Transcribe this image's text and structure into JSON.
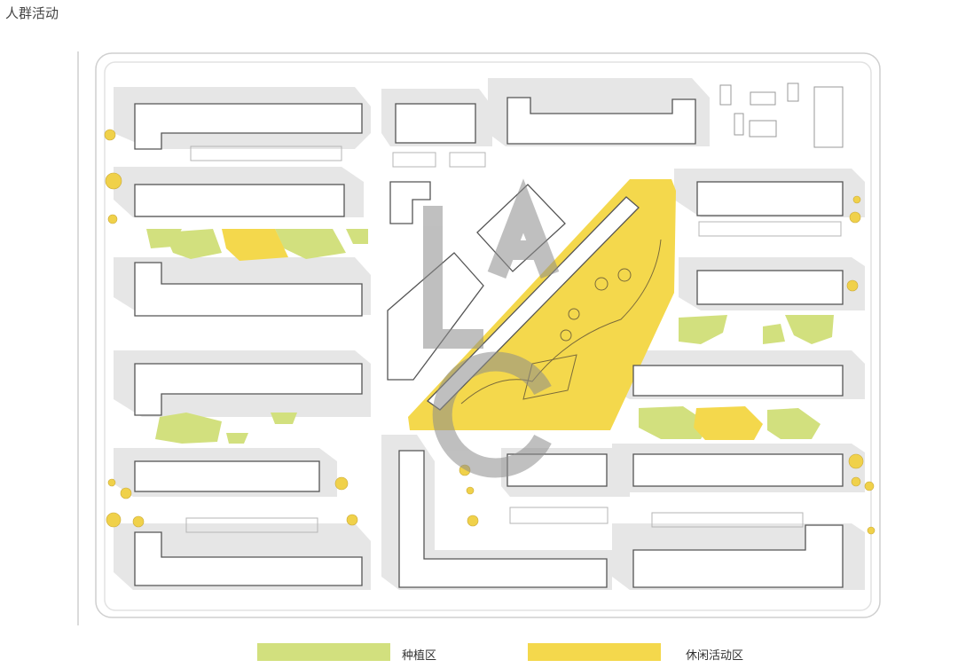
{
  "page": {
    "title": "人群活动"
  },
  "legend": {
    "items": [
      {
        "label": "种植区",
        "color": "#d2e07e"
      },
      {
        "label": "休闲活动区",
        "color": "#f4d84c"
      }
    ]
  },
  "map": {
    "colors": {
      "planting": "#d2e07e",
      "activity": "#f4d84c",
      "shadow": "#e3e3e3",
      "building_stroke": "#555555",
      "road": "#cfcfcf",
      "watermark": "#8c8c8c"
    },
    "watermark_text": "LAC"
  }
}
